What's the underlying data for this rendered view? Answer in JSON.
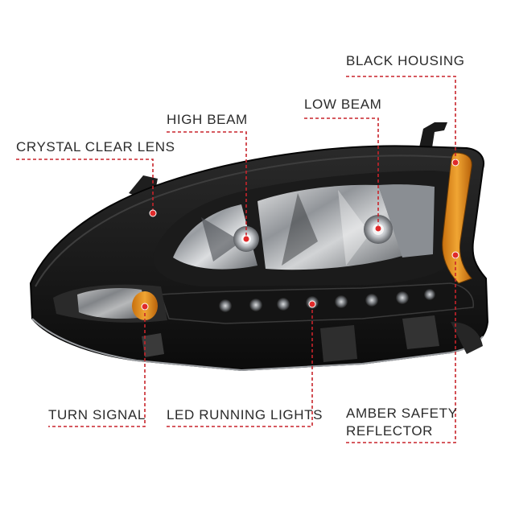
{
  "labels": {
    "black_housing": "BLACK HOUSING",
    "low_beam": "LOW BEAM",
    "high_beam": "HIGH BEAM",
    "crystal_clear_lens": "CRYSTAL CLEAR LENS",
    "turn_signal": "TURN SIGNAL",
    "led_running_lights": "LED RUNNING LIGHTS",
    "amber_safety_reflector_line1": "AMBER SAFETY",
    "amber_safety_reflector_line2": "REFLECTOR"
  },
  "colors": {
    "callout_line": "#c8242b",
    "callout_dot": "#e02a2a",
    "housing": "#141414",
    "amber": "#e8951c",
    "chrome": "#b9bcc0"
  }
}
